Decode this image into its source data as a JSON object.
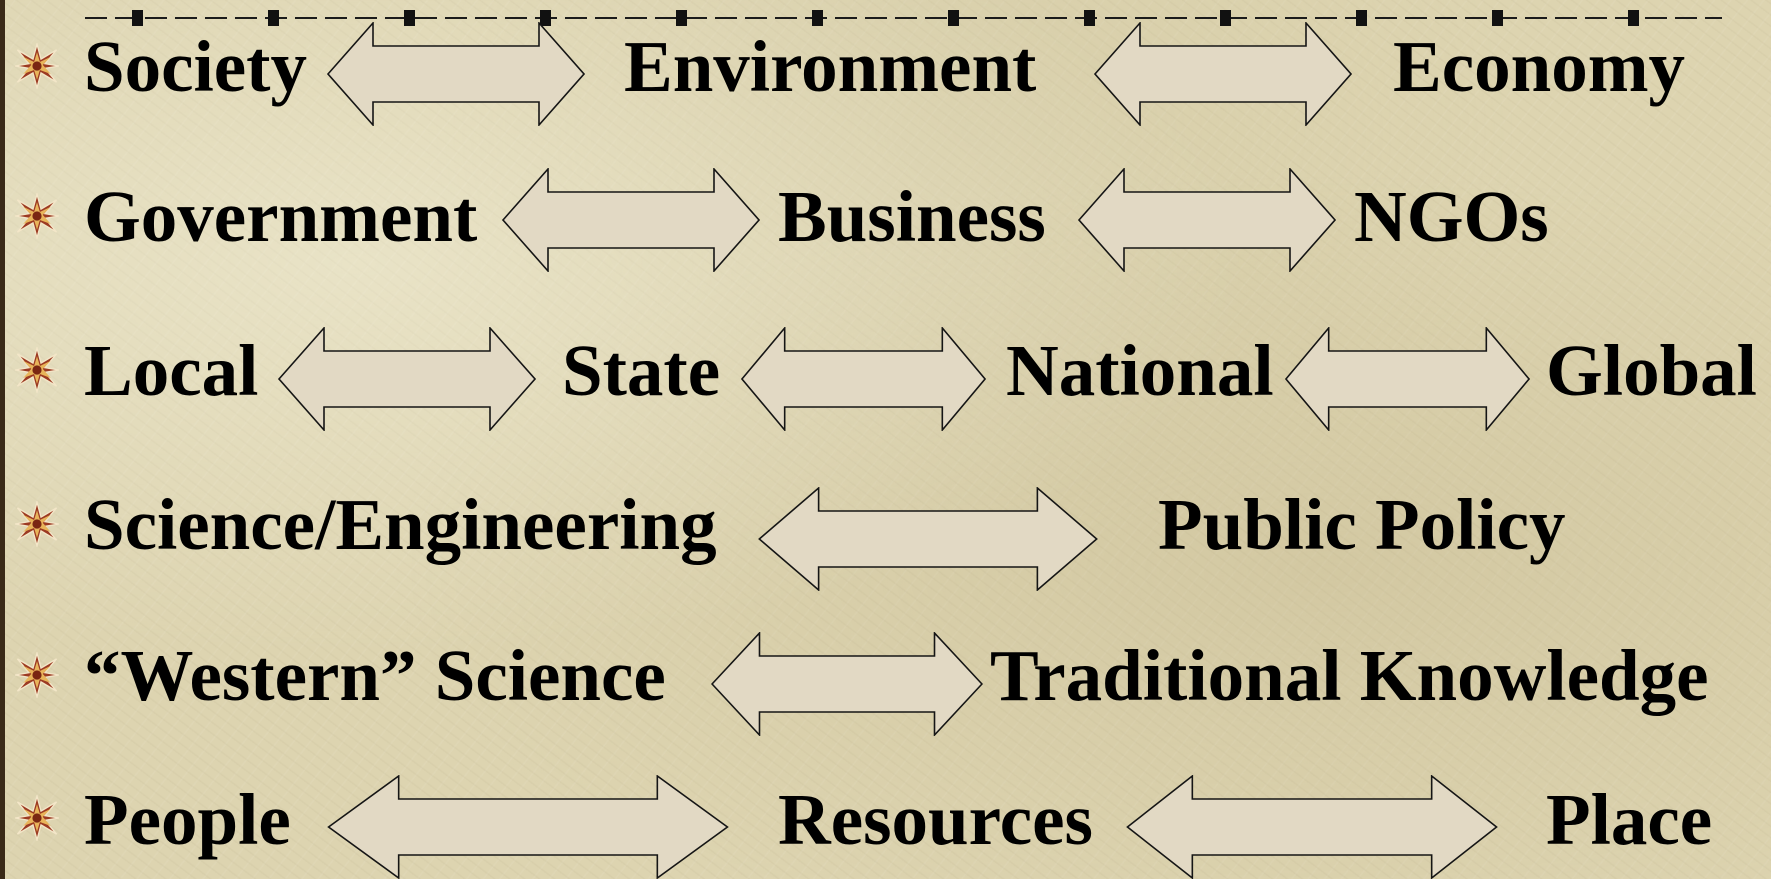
{
  "rows": [
    {
      "terms": [
        "Society",
        "Environment",
        "Economy"
      ]
    },
    {
      "terms": [
        "Government",
        "Business",
        "NGOs"
      ]
    },
    {
      "terms": [
        "Local",
        "State",
        "National",
        "Global"
      ]
    },
    {
      "terms": [
        "Science/Engineering",
        "Public Policy"
      ]
    },
    {
      "terms": [
        "“Western” Science",
        "Traditional Knowledge"
      ]
    },
    {
      "terms": [
        "People",
        "Resources",
        "Place"
      ]
    }
  ],
  "icons": {
    "bullet": "star-burst-icon",
    "connector": "double-arrow-icon"
  },
  "colors": {
    "background": "#ddd4b0",
    "arrow_fill": "#e2d9c4",
    "text": "#000000",
    "bullet_primary": "#9c3a22",
    "bullet_secondary": "#e8b45a"
  }
}
